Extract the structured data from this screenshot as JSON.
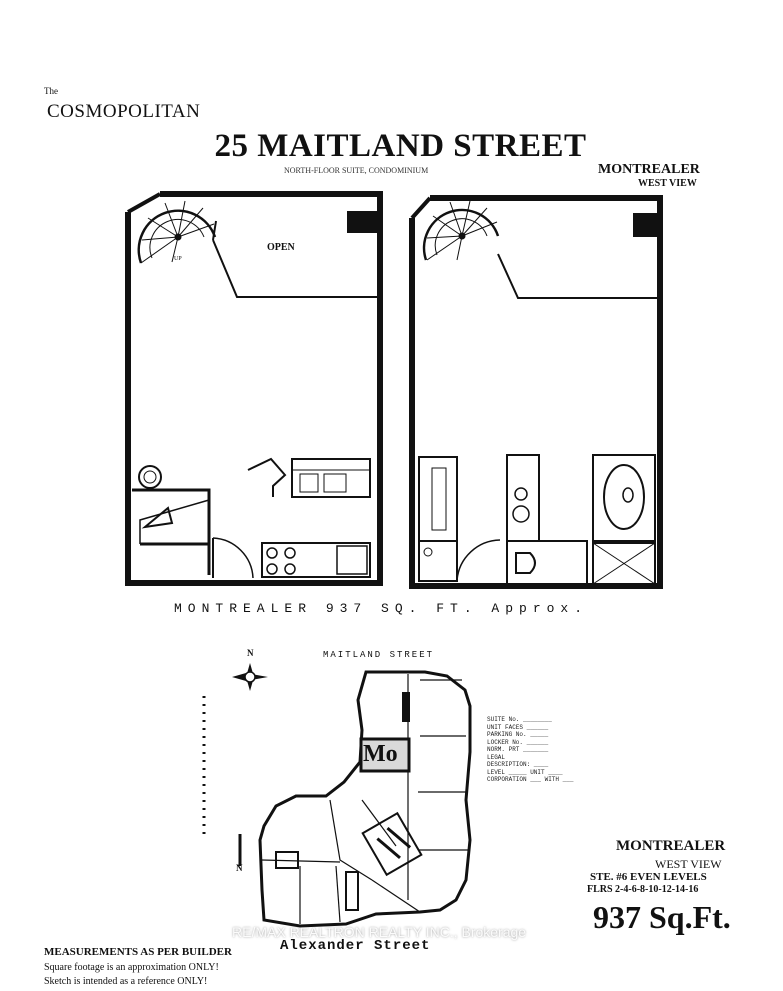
{
  "header": {
    "logo_small": "The",
    "logo": "COSMOPOLITAN",
    "title": "25 MAITLAND STREET",
    "subtitle": "NORTH-FLOOR SUITE, CONDOMINIUM"
  },
  "suite_top": {
    "name": "MONTREALER",
    "view": "WEST VIEW"
  },
  "plans": {
    "open_label": "OPEN",
    "up_label": "UP",
    "caption": "MONTREALER 937 SQ. FT. Approx."
  },
  "keyplan": {
    "north_letter": "N",
    "north_letter_side": "N",
    "street_top": "MAITLAND STREET",
    "street_bottom": "Alexander  Street",
    "mo_label": "Mo",
    "info_lines": [
      "SUITE No. ________",
      "UNIT FACES ______",
      "PARKING No. _____",
      "LOCKER No. ______",
      "NORM. PRT _______",
      "LEGAL",
      "DESCRIPTION: ____",
      "LEVEL _____ UNIT ____",
      "CORPORATION ___ WITH ___"
    ]
  },
  "suite_bottom": {
    "name": "MONTREALER",
    "view": "WEST VIEW",
    "ste_line": "STE. #6  EVEN LEVELS",
    "flrs_line": "FLRS 2-4-6-8-10-12-14-16",
    "area": "937 Sq.Ft."
  },
  "footer": {
    "measurements": "MEASUREMENTS AS PER BUILDER",
    "line2": "Square footage is an approximation ONLY!",
    "line3": "Sketch is intended as a reference ONLY!"
  },
  "watermark": "RE/MAX REALTRON REALTY INC., Brokerage",
  "colors": {
    "ink": "#111111",
    "paper": "#ffffff"
  }
}
